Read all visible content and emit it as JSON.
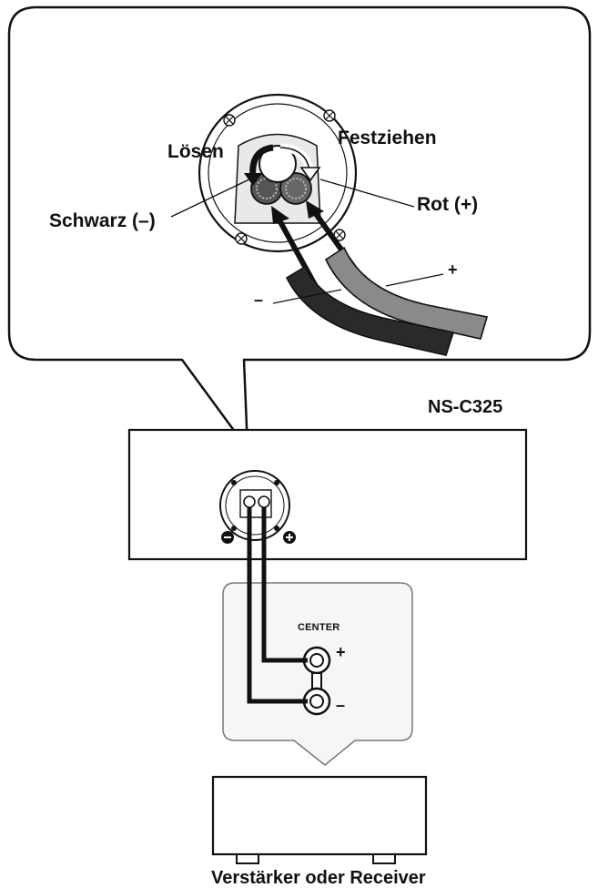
{
  "detail": {
    "loosen_label": "Lösen",
    "tighten_label": "Festziehen",
    "black_label": "Schwarz (–)",
    "red_label": "Rot (+)",
    "plus_sign": "+",
    "minus_sign": "–"
  },
  "speaker": {
    "model_label": "NS-C325"
  },
  "amp_panel": {
    "terminal_label": "CENTER",
    "plus_sign": "+",
    "minus_sign": "–"
  },
  "receiver": {
    "caption": "Verstärker oder Receiver"
  },
  "colors": {
    "ink": "#111111",
    "panel_fill": "#f6f6f6",
    "cable_red": "#8a8a8a",
    "cable_black": "#2a2a2a"
  }
}
